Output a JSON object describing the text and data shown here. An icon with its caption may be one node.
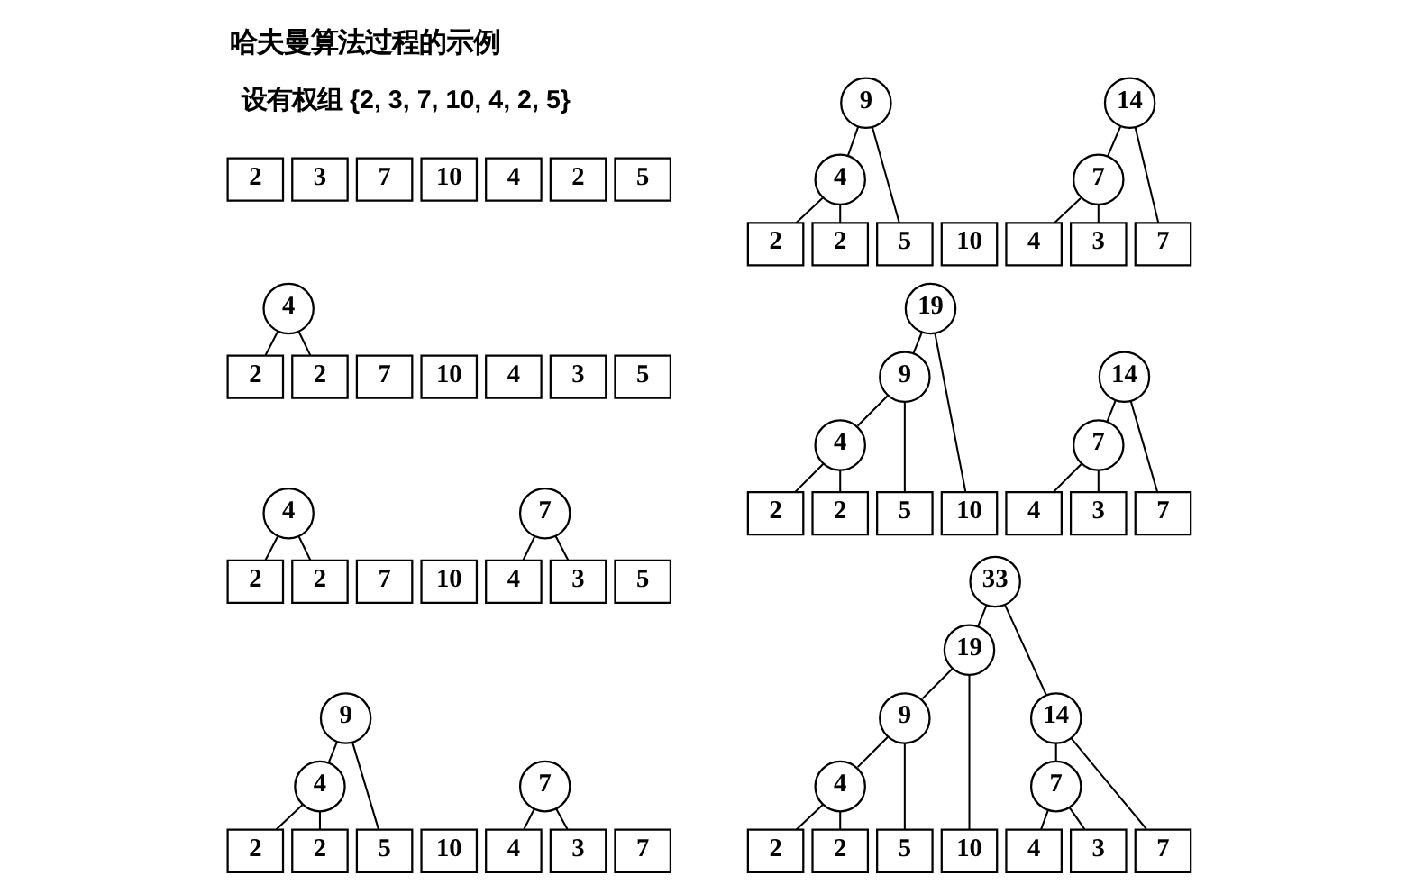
{
  "diagram": {
    "title": "哈夫曼算法过程的示例",
    "nodes": [
      {
        "text": [
          "2"
        ]
      },
      {
        "text": [
          "3"
        ]
      },
      {
        "text": [
          "7"
        ]
      },
      {
        "text": [
          "10"
        ]
      },
      {
        "text": [
          "4"
        ]
      },
      {
        "text": [
          "2"
        ]
      },
      {
        "text": [
          "5"
        ]
      },
      {
        "text": [
          "4"
        ]
      },
      {
        "text": [
          "2"
        ]
      },
      {
        "text": [
          "2"
        ]
      },
      {
        "text": [
          "7"
        ]
      },
      {
        "text": [
          "10"
        ]
      },
      {
        "text": [
          "4"
        ]
      },
      {
        "text": [
          "3"
        ]
      },
      {
        "text": [
          "5"
        ]
      },
      {
        "text": [
          "4"
        ]
      },
      {
        "text": [
          "7"
        ]
      },
      {
        "text": [
          "2"
        ]
      },
      {
        "text": [
          "2"
        ]
      },
      {
        "text": [
          "7"
        ]
      },
      {
        "text": [
          "10"
        ]
      },
      {
        "text": [
          "4"
        ]
      },
      {
        "text": [
          "3"
        ]
      },
      {
        "text": [
          "5"
        ]
      },
      {
        "text": [
          "9"
        ]
      },
      {
        "text": [
          "4"
        ]
      },
      {
        "text": [
          "7"
        ]
      },
      {
        "text": [
          "2"
        ]
      },
      {
        "text": [
          "2"
        ]
      },
      {
        "text": [
          "5"
        ]
      },
      {
        "text": [
          "10"
        ]
      },
      {
        "text": [
          "4"
        ]
      },
      {
        "text": [
          "3"
        ]
      },
      {
        "text": [
          "7"
        ]
      },
      {
        "text": [
          "9"
        ]
      },
      {
        "text": [
          "14"
        ]
      },
      {
        "text": [
          "4"
        ]
      },
      {
        "text": [
          "7"
        ]
      },
      {
        "text": [
          "2"
        ]
      },
      {
        "text": [
          "2"
        ]
      },
      {
        "text": [
          "5"
        ]
      },
      {
        "text": [
          "10"
        ]
      },
      {
        "text": [
          "4"
        ]
      },
      {
        "text": [
          "3"
        ]
      },
      {
        "text": [
          "7"
        ]
      },
      {
        "text": [
          "19"
        ]
      },
      {
        "text": [
          "9"
        ]
      },
      {
        "text": [
          "14"
        ]
      },
      {
        "text": [
          "4"
        ]
      },
      {
        "text": [
          "7"
        ]
      },
      {
        "text": [
          "2"
        ]
      },
      {
        "text": [
          "2"
        ]
      },
      {
        "text": [
          "5"
        ]
      },
      {
        "text": [
          "10"
        ]
      },
      {
        "text": [
          "4"
        ]
      },
      {
        "text": [
          "3"
        ]
      },
      {
        "text": [
          "7"
        ]
      },
      {
        "text": [
          "33"
        ]
      },
      {
        "text": [
          "19"
        ]
      },
      {
        "text": [
          "9"
        ]
      },
      {
        "text": [
          "14"
        ]
      },
      {
        "text": [
          "4"
        ]
      },
      {
        "text": [
          "7"
        ]
      },
      {
        "text": [
          "2"
        ]
      },
      {
        "text": [
          "2"
        ]
      },
      {
        "text": [
          "5"
        ]
      },
      {
        "text": [
          "10"
        ]
      },
      {
        "text": [
          "4"
        ]
      },
      {
        "text": [
          "3"
        ]
      },
      {
        "text": [
          "7"
        ]
      }
    ],
    "edges": [
      {
        "from": 7,
        "to": 8,
        "arrow": "none"
      },
      {
        "from": 7,
        "to": 9,
        "arrow": "none"
      },
      {
        "from": 15,
        "to": 17,
        "arrow": "none"
      },
      {
        "from": 15,
        "to": 18,
        "arrow": "none"
      },
      {
        "from": 16,
        "to": 21,
        "arrow": "none"
      },
      {
        "from": 16,
        "to": 22,
        "arrow": "none"
      },
      {
        "from": 24,
        "to": 25,
        "arrow": "none"
      },
      {
        "from": 24,
        "to": 29,
        "arrow": "none"
      },
      {
        "from": 25,
        "to": 27,
        "arrow": "none"
      },
      {
        "from": 25,
        "to": 28,
        "arrow": "none"
      },
      {
        "from": 26,
        "to": 31,
        "arrow": "none"
      },
      {
        "from": 26,
        "to": 32,
        "arrow": "none"
      },
      {
        "from": 34,
        "to": 36,
        "arrow": "none"
      },
      {
        "from": 34,
        "to": 40,
        "arrow": "none"
      },
      {
        "from": 35,
        "to": 37,
        "arrow": "none"
      },
      {
        "from": 35,
        "to": 44,
        "arrow": "none"
      },
      {
        "from": 36,
        "to": 38,
        "arrow": "none"
      },
      {
        "from": 36,
        "to": 39,
        "arrow": "none"
      },
      {
        "from": 37,
        "to": 42,
        "arrow": "none"
      },
      {
        "from": 37,
        "to": 43,
        "arrow": "none"
      },
      {
        "from": 45,
        "to": 46,
        "arrow": "none"
      },
      {
        "from": 45,
        "to": 53,
        "arrow": "none"
      },
      {
        "from": 46,
        "to": 48,
        "arrow": "none"
      },
      {
        "from": 46,
        "to": 52,
        "arrow": "none"
      },
      {
        "from": 47,
        "to": 49,
        "arrow": "none"
      },
      {
        "from": 47,
        "to": 56,
        "arrow": "none"
      },
      {
        "from": 48,
        "to": 50,
        "arrow": "none"
      },
      {
        "from": 48,
        "to": 51,
        "arrow": "none"
      },
      {
        "from": 49,
        "to": 54,
        "arrow": "none"
      },
      {
        "from": 49,
        "to": 55,
        "arrow": "none"
      },
      {
        "from": 57,
        "to": 58,
        "arrow": "none"
      },
      {
        "from": 57,
        "to": 60,
        "arrow": "none"
      },
      {
        "from": 58,
        "to": 59,
        "arrow": "none"
      },
      {
        "from": 58,
        "to": 66,
        "arrow": "none"
      },
      {
        "from": 59,
        "to": 61,
        "arrow": "none"
      },
      {
        "from": 59,
        "to": 65,
        "arrow": "none"
      },
      {
        "from": 60,
        "to": 62,
        "arrow": "none"
      },
      {
        "from": 60,
        "to": 69,
        "arrow": "none"
      },
      {
        "from": 61,
        "to": 63,
        "arrow": "none"
      },
      {
        "from": 61,
        "to": 64,
        "arrow": "none"
      },
      {
        "from": 62,
        "to": 67,
        "arrow": "none"
      },
      {
        "from": 62,
        "to": 68,
        "arrow": "none"
      }
    ],
    "labels": [
      "设有权组 {2, 3, 7, 10, 4, 2, 5}"
    ]
  }
}
